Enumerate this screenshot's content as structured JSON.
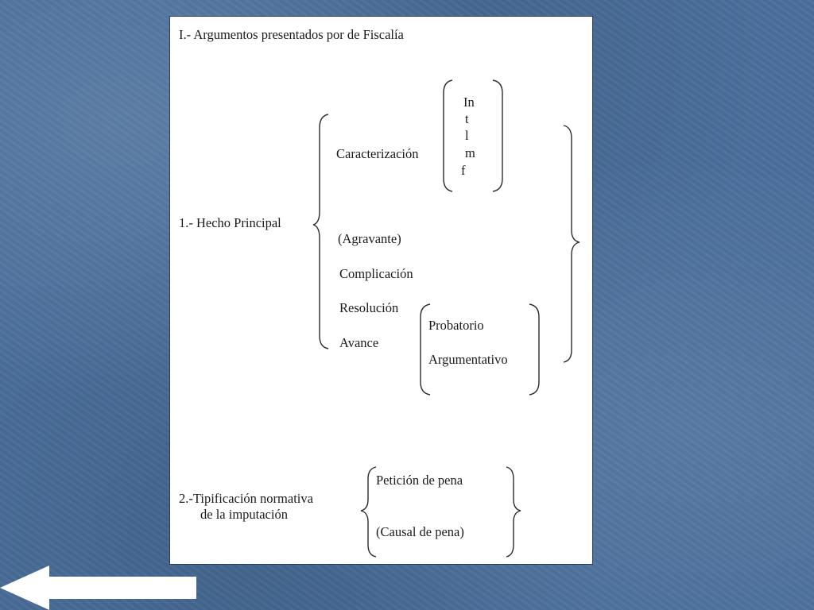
{
  "slide": {
    "heading": "I.- Argumentos presentados por de Fiscalía",
    "section1": {
      "label": "1.- Hecho Principal",
      "caracterizacion": "Caracterización",
      "stacked_letters": [
        "In",
        "t",
        "l",
        "m",
        "f"
      ],
      "agravante": "(Agravante)",
      "complicacion": "Complicación",
      "resolucion": "Resolución",
      "avance": "Avance",
      "probatorio": "Probatorio",
      "argumentativo": "Argumentativo"
    },
    "section2": {
      "label_line1": "2.-Tipificación normativa",
      "label_line2": "de la imputación",
      "peticion": "Petición de pena",
      "causal": "(Causal de pena)"
    }
  },
  "colors": {
    "background": "#4a6f9c",
    "slide": "#ffffff",
    "arrow": "#ffffff"
  },
  "icons": {
    "back": "left-arrow-icon"
  }
}
